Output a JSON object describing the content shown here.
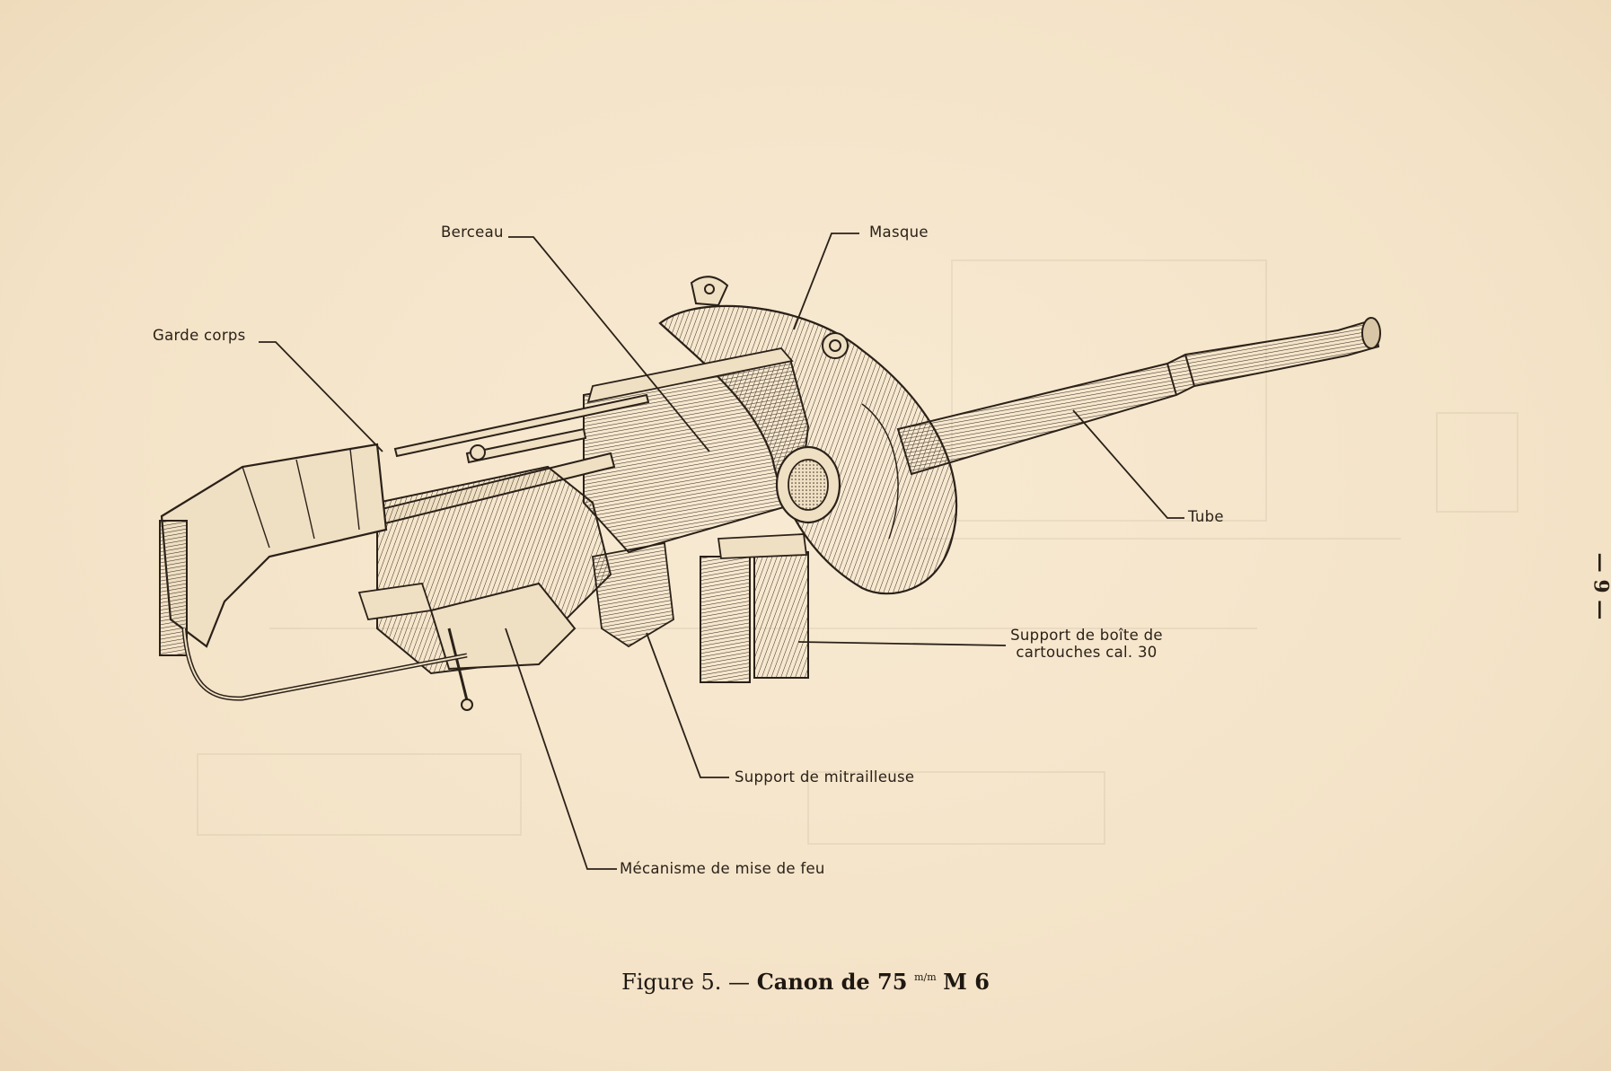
{
  "labels": {
    "berceau": "Berceau",
    "masque": "Masque",
    "garde_corps": "Garde corps",
    "tube": "Tube",
    "support_boite": "Support de boîte de cartouches cal. 30",
    "support_mitrailleuse": "Support de mitrailleuse",
    "mecanisme": "Mécanisme de mise de feu"
  },
  "caption": {
    "figure": "Figure 5. —",
    "name": "Canon de 75",
    "unit": "m/m",
    "model": "M 6"
  },
  "page_number": "— 9 —"
}
